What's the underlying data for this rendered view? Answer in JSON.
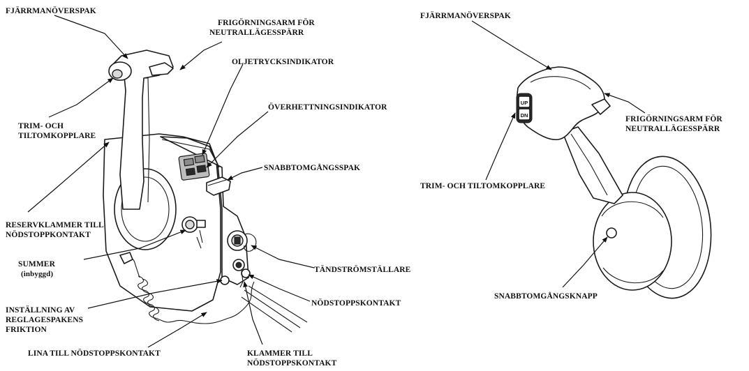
{
  "left_diagram": {
    "labels": {
      "remote_lever": "FJÄRRMANÖVERSPAK",
      "neutral_release_line1": "FRIGÖRNINGSARM FÖR",
      "neutral_release_line2": "NEUTRALLÄGESSPÄRR",
      "oil_pressure": "OLJETRYCKSINDIKATOR",
      "trim_tilt_line1": "TRIM- OCH",
      "trim_tilt_line2": "TILTOMKOPPLARE",
      "overheat": "ÖVERHETTNINGSINDIKATOR",
      "fast_idle": "SNABBTOMGÅNGSSPAK",
      "spare_clip_line1": "RESERVKLAMMER TILL",
      "spare_clip_line2": "NÖDSTOPPKONTAKT",
      "buzzer_line1": "SUMMER",
      "buzzer_line2": "(inbyggd)",
      "ignition": "TÄNDSTRÖMSTÄLLARE",
      "friction_line1": "INSTÄLLNING AV",
      "friction_line2": "REGLAGESPAKENS",
      "friction_line3": "FRIKTION",
      "emergency_stop": "NÖDSTOPPSKONTAKT",
      "lanyard": "LINA TILL NÖDSTOPPSKONTAKT",
      "clip_line1": "KLAMMER TILL",
      "clip_line2": "NÖDSTOPPSKONTAKT"
    }
  },
  "right_diagram": {
    "labels": {
      "remote_lever": "FJÄRRMANÖVERSPAK",
      "neutral_release_line1": "FRIGÖRNINGSARM FÖR",
      "neutral_release_line2": "NEUTRALLÄGESSPÄRR",
      "trim_tilt": "TRIM- OCH TILTOMKOPPLARE",
      "fast_idle_button": "SNABBTOMGÅNGSKNAPP"
    },
    "switch_text": {
      "up": "UP",
      "dn": "DN"
    }
  }
}
